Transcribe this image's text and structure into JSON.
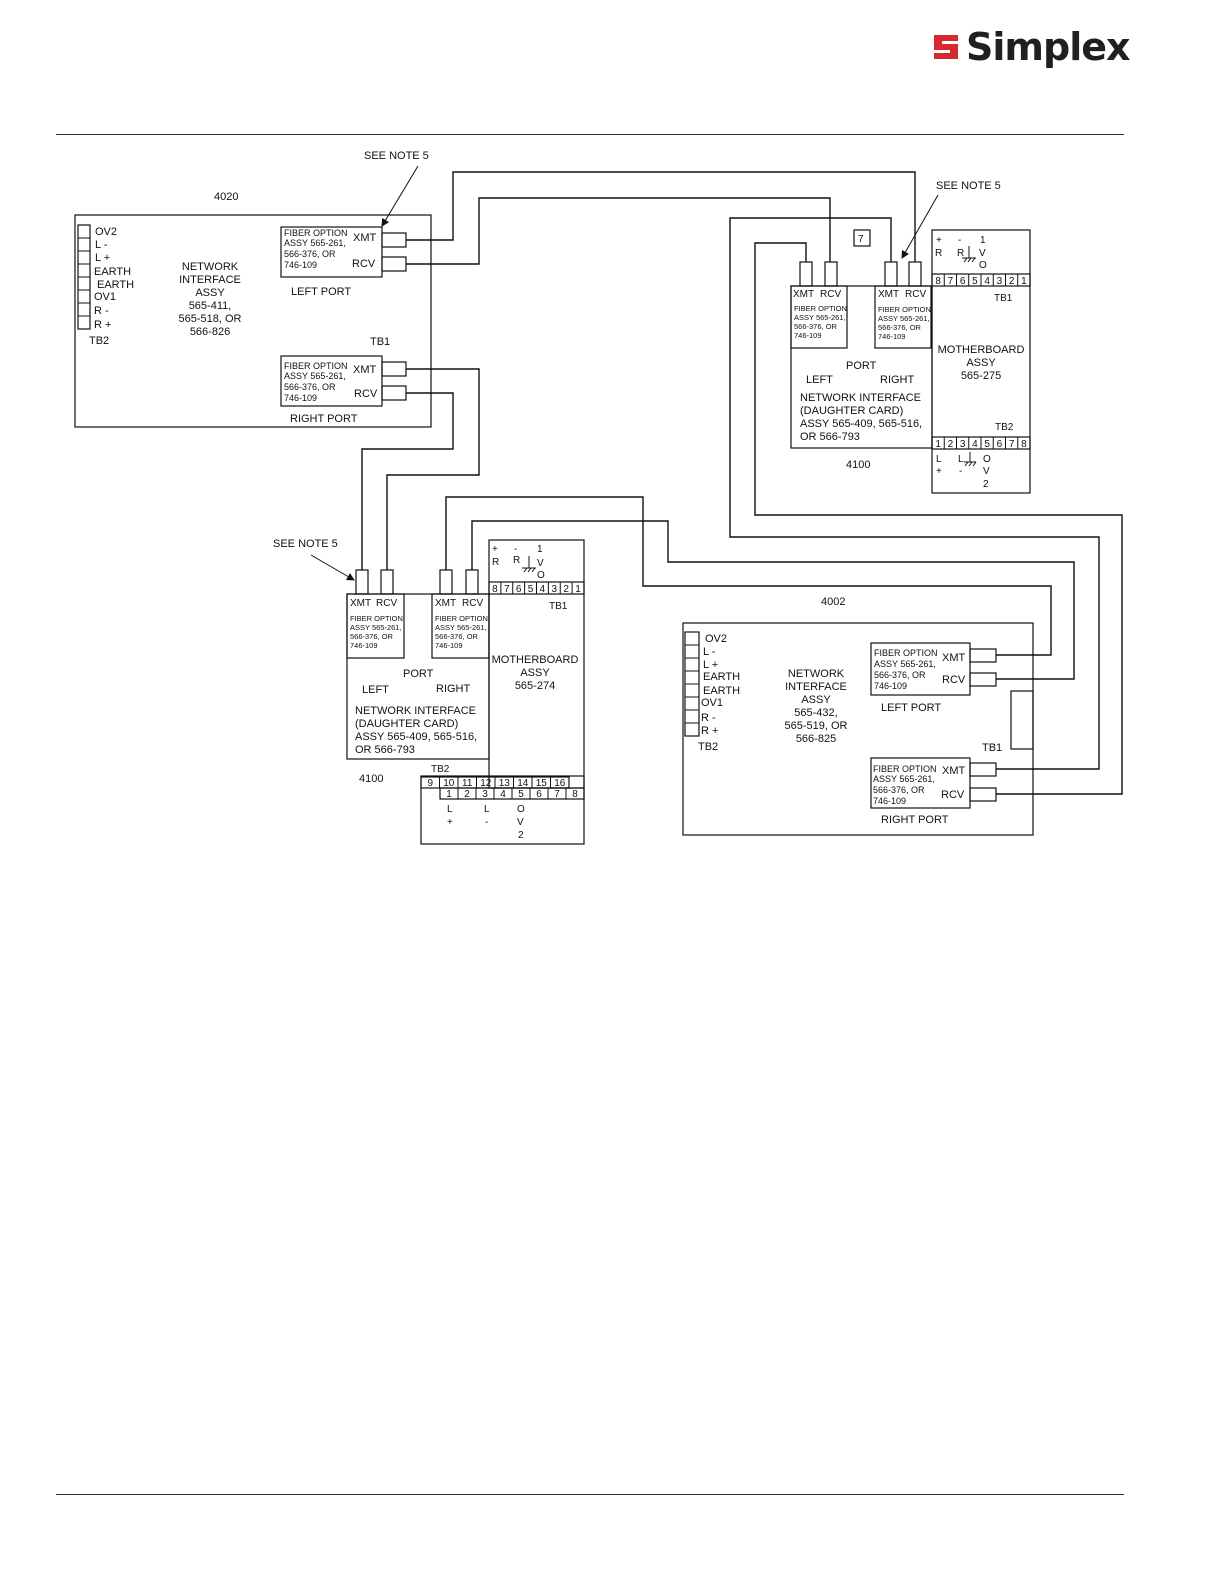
{
  "header": {
    "brand": "Simplex",
    "brand_color": "#d7282f"
  },
  "labels": {
    "see_note": "SEE NOTE 5",
    "xmt": "XMT",
    "rcv": "RCV",
    "fiber": [
      "FIBER OPTION",
      "ASSY 565-261,",
      "566-376, OR",
      "746-109"
    ],
    "left_port": "LEFT PORT",
    "right_port": "RIGHT PORT",
    "port": "PORT",
    "left": "LEFT",
    "right": "RIGHT",
    "tb1": "TB1",
    "tb2": "TB2",
    "ni_daughter": [
      "NETWORK INTERFACE",
      "(DAUGHTER CARD)",
      "ASSY 565-409, 565-516,",
      "OR 566-793"
    ],
    "tb2_terms": [
      "OV2",
      "L -",
      "L +",
      "EARTH",
      "EARTH",
      "OV1",
      "R -",
      "R +"
    ],
    "tb1_digits": [
      "8",
      "7",
      "6",
      "5",
      "4",
      "3",
      "2",
      "1"
    ],
    "tb2_digits": [
      "1",
      "2",
      "3",
      "4",
      "5",
      "6",
      "7",
      "8"
    ],
    "tb2_top_digits": [
      "9",
      "10",
      "11",
      "12",
      "13",
      "14",
      "15",
      "16"
    ],
    "mb_top": {
      "plus": "+",
      "minus": "-",
      "one": "1",
      "r": "R",
      "v": "V",
      "o": "O"
    },
    "mb_bottom": {
      "l": "L",
      "plus": "+",
      "minus": "-",
      "o": "O",
      "v": "V",
      "two": "2"
    }
  },
  "panel_4020": {
    "id": "4020",
    "assy": [
      "NETWORK",
      "INTERFACE",
      "ASSY",
      "565-411,",
      "565-518, OR",
      "566-826"
    ]
  },
  "panel_4002": {
    "id": "4002",
    "assy": [
      "NETWORK",
      "INTERFACE",
      "ASSY",
      "565-432,",
      "565-519, OR",
      "566-825"
    ]
  },
  "panel_4100_top": {
    "id": "4100",
    "note_box": "7",
    "motherboard": [
      "MOTHERBOARD",
      "ASSY",
      "565-275"
    ]
  },
  "panel_4100_bottom": {
    "id": "4100",
    "motherboard": [
      "MOTHERBOARD",
      "ASSY",
      "565-274"
    ]
  }
}
